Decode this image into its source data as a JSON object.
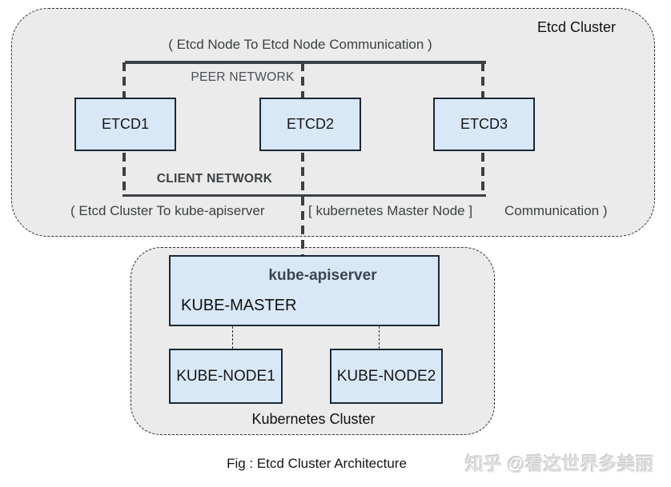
{
  "colors": {
    "container_fill": "#ebebeb",
    "node_fill": "#d9e8f6",
    "node_border": "#1b2836",
    "line": "#3b4045",
    "caption_text": "#3c4043",
    "watermark_text": "#e3e3e3"
  },
  "etcd_cluster": {
    "label": "Etcd Cluster",
    "peer_communication_caption": "( Etcd Node To Etcd Node Communication )",
    "peer_network_label": "PEER NETWORK",
    "client_network_label": "CLIENT NETWORK",
    "client_communication_caption": {
      "left": "( Etcd Cluster To kube-apiserver",
      "middle": "[ kubernetes Master Node ]",
      "right": "Communication )"
    },
    "nodes": [
      "ETCD1",
      "ETCD2",
      "ETCD3"
    ]
  },
  "kubernetes_cluster": {
    "label": "Kubernetes Cluster",
    "master": {
      "title": "kube-apiserver",
      "label": "KUBE-MASTER"
    },
    "nodes": [
      "KUBE-NODE1",
      "KUBE-NODE2"
    ]
  },
  "figure_caption": "Fig : Etcd Cluster Architecture",
  "watermark": "知乎 @看这世界多美丽"
}
